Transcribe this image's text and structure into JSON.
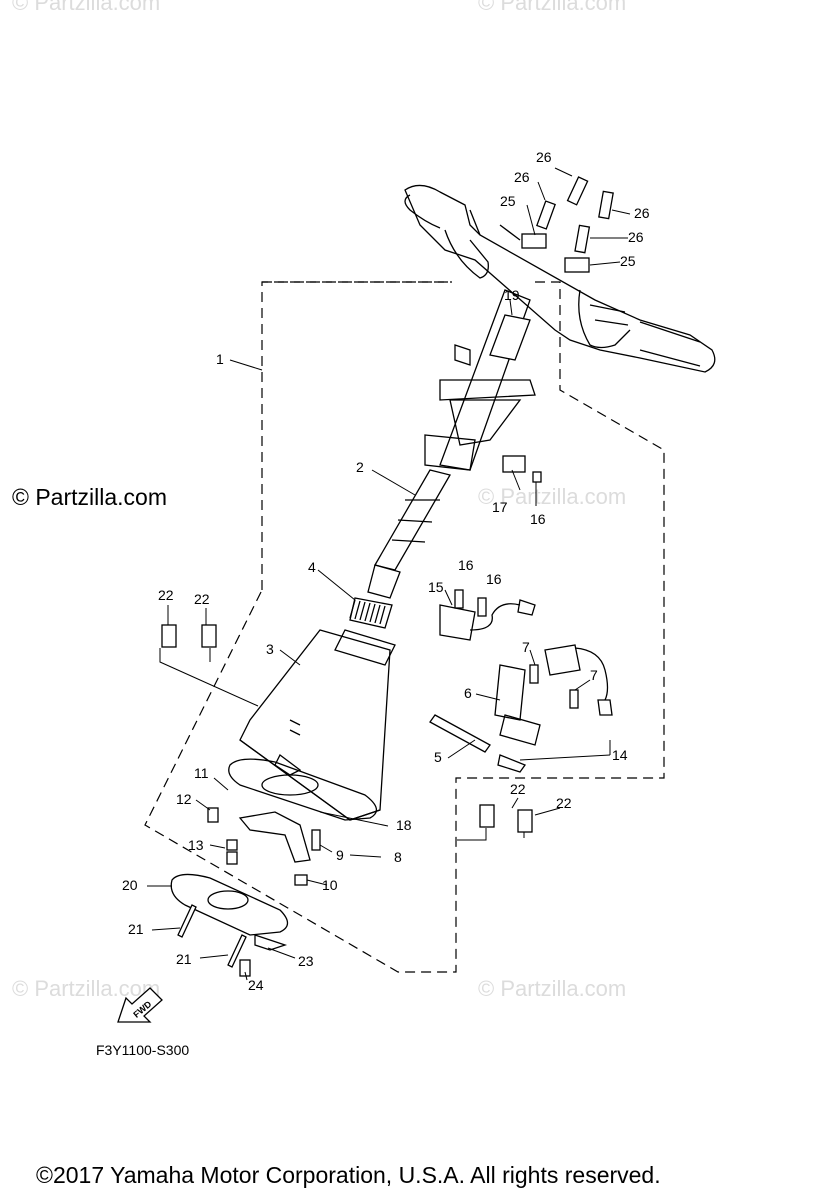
{
  "watermarks": {
    "top_left": "© Partzilla.com",
    "top_right": "© Partzilla.com",
    "side": "© Partzilla.com",
    "mid_right": "© Partzilla.com",
    "bottom_left": "© Partzilla.com",
    "bottom_right": "© Partzilla.com"
  },
  "diagram_code": "F3Y1100-S300",
  "fwd_label": "FWD",
  "copyright": "©2017  Yamaha Motor Corporation, U.S.A. All rights reserved.",
  "callouts": {
    "c1": "1",
    "c2": "2",
    "c3": "3",
    "c4": "4",
    "c5": "5",
    "c6": "6",
    "c7a": "7",
    "c7b": "7",
    "c8": "8",
    "c9": "9",
    "c10": "10",
    "c11": "11",
    "c12": "12",
    "c13": "13",
    "c14": "14",
    "c15": "15",
    "c16a": "16",
    "c16b": "16",
    "c16c": "16",
    "c17": "17",
    "c18": "18",
    "c19": "19",
    "c20": "20",
    "c21a": "21",
    "c21b": "21",
    "c22a": "22",
    "c22b": "22",
    "c22c": "22",
    "c22d": "22",
    "c23": "23",
    "c24": "24",
    "c25a": "25",
    "c25b": "25",
    "c26a": "26",
    "c26b": "26",
    "c26c": "26",
    "c26d": "26"
  }
}
